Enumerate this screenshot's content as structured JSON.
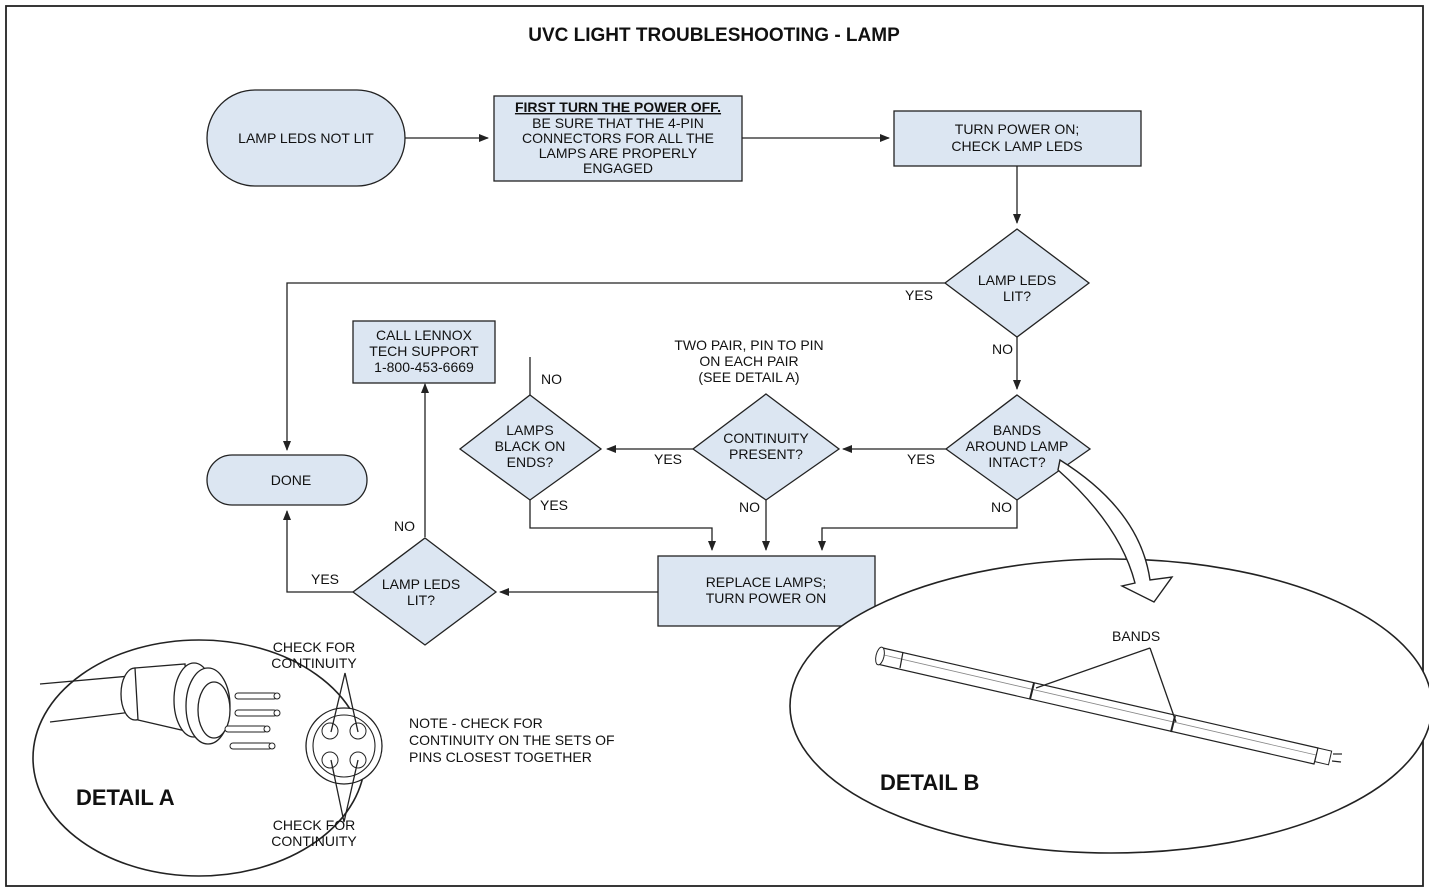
{
  "title": "UVC LIGHT TROUBLESHOOTING - LAMP",
  "nodes": {
    "start": "LAMP LEDS NOT LIT",
    "power_off_heading": "FIRST TURN THE POWER OFF.",
    "power_off_lines": [
      "BE SURE THAT THE 4-PIN",
      "CONNECTORS FOR ALL THE",
      "LAMPS ARE PROPERLY",
      "ENGAGED"
    ],
    "turn_on_lines": [
      "TURN POWER ON;",
      "CHECK LAMP LEDS"
    ],
    "leds_lit_1": [
      "LAMP LEDS",
      "LIT?"
    ],
    "bands_intact": [
      "BANDS",
      "AROUND LAMP",
      "INTACT?"
    ],
    "continuity": [
      "CONTINUITY",
      "PRESENT?"
    ],
    "black_ends": [
      "LAMPS",
      "BLACK ON",
      "ENDS?"
    ],
    "call_lennox": [
      "CALL LENNOX",
      "TECH SUPPORT",
      "1-800-453-6669"
    ],
    "replace_lamps": [
      "REPLACE LAMPS;",
      "TURN POWER ON"
    ],
    "leds_lit_2": [
      "LAMP LEDS",
      "LIT?"
    ],
    "done": "DONE"
  },
  "labels": {
    "yes": "YES",
    "no": "NO",
    "two_pair": [
      "TWO PAIR, PIN TO PIN",
      "ON EACH PAIR",
      "(SEE DETAIL A)"
    ]
  },
  "detail_a": {
    "title": "DETAIL A",
    "check_top": [
      "CHECK FOR",
      "CONTINUITY"
    ],
    "check_bottom": [
      "CHECK FOR",
      "CONTINUITY"
    ],
    "note": [
      "NOTE - CHECK FOR",
      "CONTINUITY ON THE SETS OF",
      "PINS CLOSEST TOGETHER"
    ]
  },
  "detail_b": {
    "title": "DETAIL B",
    "bands_label": "BANDS"
  },
  "colors": {
    "box_fill": "#dce6f2",
    "stroke": "#222222"
  }
}
